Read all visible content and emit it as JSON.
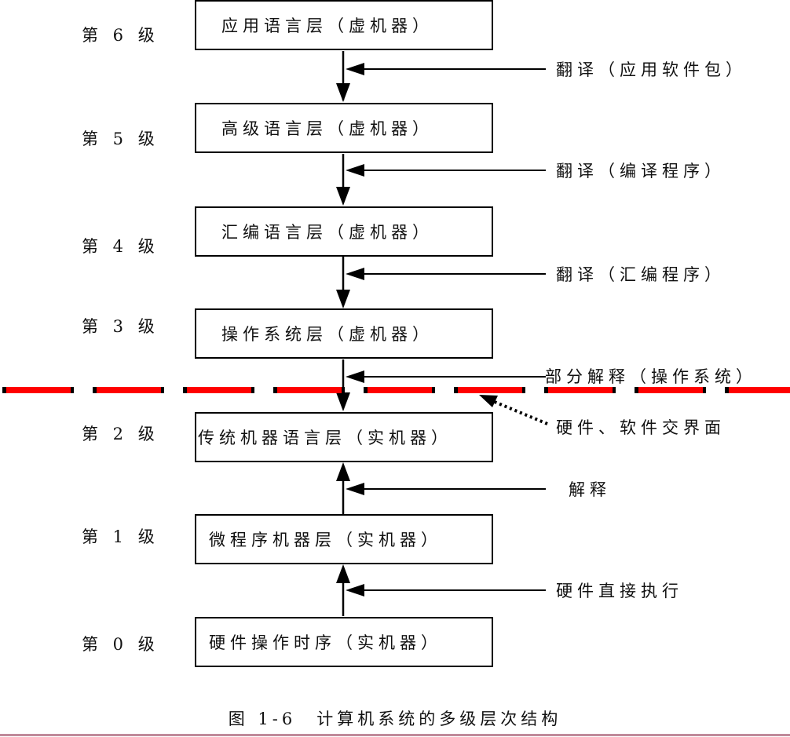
{
  "levels": [
    {
      "label": "第 6 级",
      "box": "应用语言层（虚机器）"
    },
    {
      "label": "第 5 级",
      "box": "高级语言层（虚机器）"
    },
    {
      "label": "第 4 级",
      "box": "汇编语言层（虚机器）"
    },
    {
      "label": "第 3 级",
      "box": "操作系统层（虚机器）"
    },
    {
      "label": "第 2 级",
      "box": "传统机器语言层（实机器）"
    },
    {
      "label": "第 1 级",
      "box": "微程序机器层（实机器）"
    },
    {
      "label": "第 0 级",
      "box": "硬件操作时序（实机器）"
    }
  ],
  "transitions": [
    "翻译（应用软件包）",
    "翻译（编译程序）",
    "翻译（汇编程序）",
    "部分解释（操作系统）",
    "解释",
    "硬件直接执行"
  ],
  "boundary_label": "硬件、软件交界面",
  "caption": "图 1-6　计算机系统的多级层次结构",
  "colors": {
    "boundary": "#ff0000",
    "rule": "#c08a9a"
  }
}
